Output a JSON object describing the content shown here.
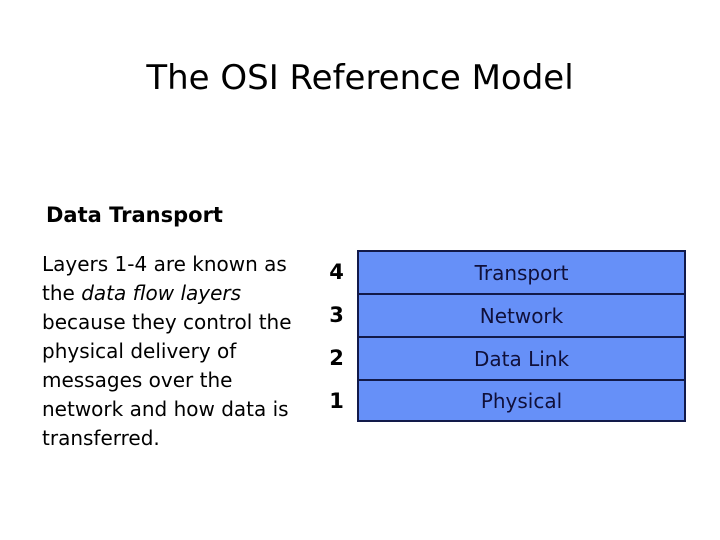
{
  "slide": {
    "title": "The OSI Reference Model",
    "section_heading": "Data Transport",
    "body": {
      "part1": "Layers 1-4 are known as the ",
      "emphasis": "data flow layers",
      "part2": " because they control the physical delivery of messages over the network and how data is transferred."
    },
    "layers": [
      {
        "number": "4",
        "name": "Transport"
      },
      {
        "number": "3",
        "name": "Network"
      },
      {
        "number": "2",
        "name": "Data Link"
      },
      {
        "number": "1",
        "name": "Physical"
      }
    ],
    "colors": {
      "background": "#ffffff",
      "text": "#000000",
      "layer_fill": "#6690F8",
      "layer_border": "#121a4a",
      "layer_label_text": "#10103a"
    }
  }
}
